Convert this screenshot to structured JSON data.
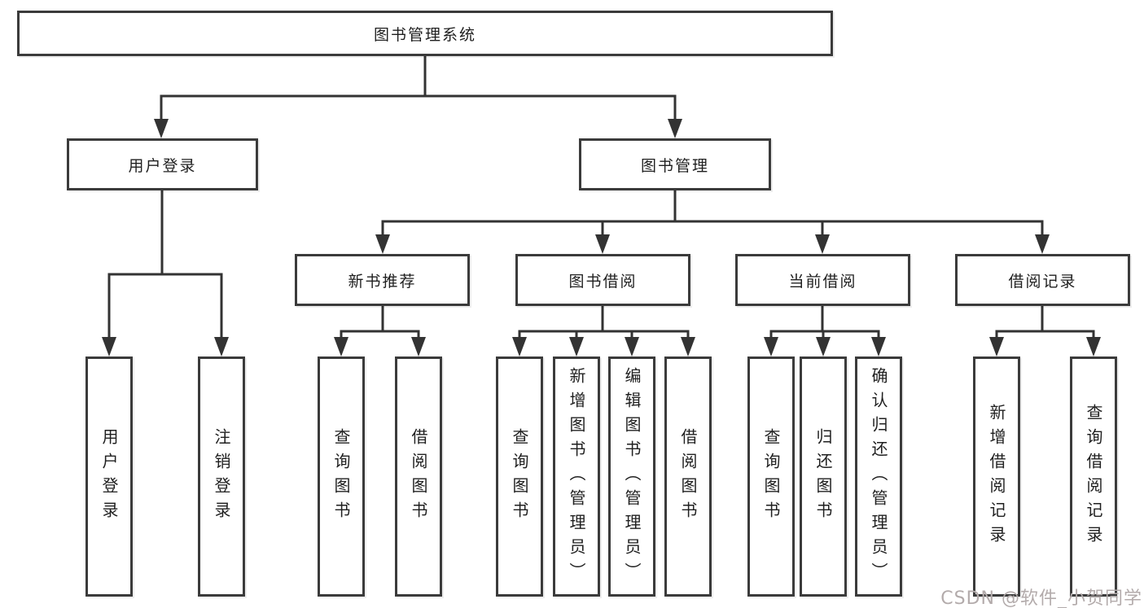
{
  "tree": {
    "root": {
      "label": "图书管理系统"
    },
    "children": [
      {
        "label": "用户登录",
        "children": [
          {
            "label": "用户登录"
          },
          {
            "label": "注销登录"
          }
        ]
      },
      {
        "label": "图书管理",
        "children": [
          {
            "label": "新书推荐",
            "children": [
              {
                "label": "查询图书"
              },
              {
                "label": "借阅图书"
              }
            ]
          },
          {
            "label": "图书借阅",
            "children": [
              {
                "label": "查询图书"
              },
              {
                "label": "新增图书（管理员）"
              },
              {
                "label": "编辑图书（管理员）"
              },
              {
                "label": "借阅图书"
              }
            ]
          },
          {
            "label": "当前借阅",
            "children": [
              {
                "label": "查询图书"
              },
              {
                "label": "归还图书"
              },
              {
                "label": "确认归还（管理员）"
              }
            ]
          },
          {
            "label": "借阅记录",
            "children": [
              {
                "label": "新增借阅记录"
              },
              {
                "label": "查询借阅记录"
              }
            ]
          }
        ]
      }
    ]
  },
  "watermark": {
    "text": "CSDN @软件_小贺同学"
  },
  "colors": {
    "line": "#333333",
    "box_border": "#3b3b3b",
    "text": "#1f1f1f",
    "watermark": "#b3abab",
    "background": "#ffffff"
  }
}
